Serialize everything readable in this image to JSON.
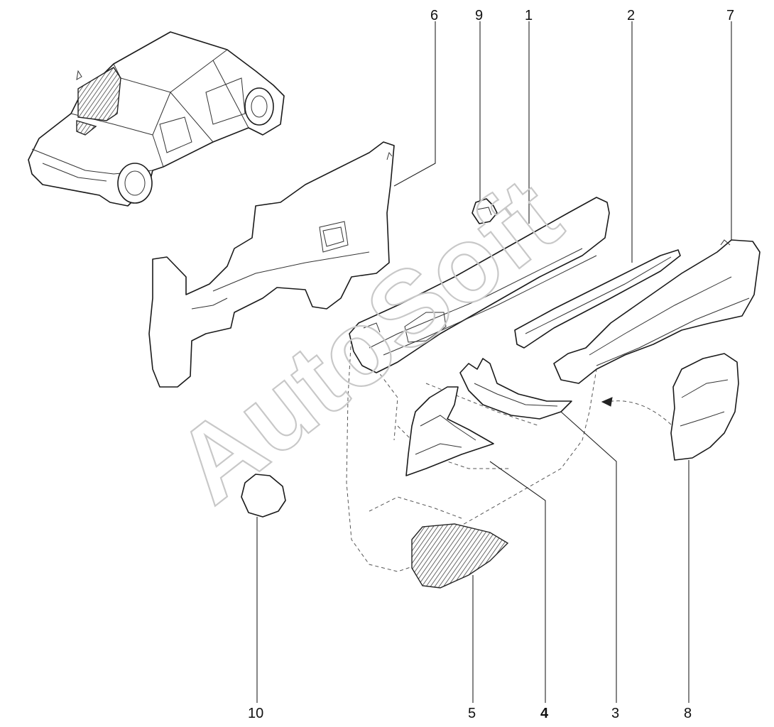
{
  "watermark": "AutoSoft",
  "callouts": {
    "c1": "1",
    "c2": "2",
    "c3": "3",
    "c4": "4",
    "c5": "5",
    "c6": "6",
    "c7": "7",
    "c8": "8",
    "c9": "9",
    "c10": "10"
  },
  "icons": {
    "car_overview": "car-outline-icon"
  },
  "colors": {
    "line": "#1a1a1a",
    "watermark": "#c8c8c8",
    "background": "#ffffff"
  }
}
